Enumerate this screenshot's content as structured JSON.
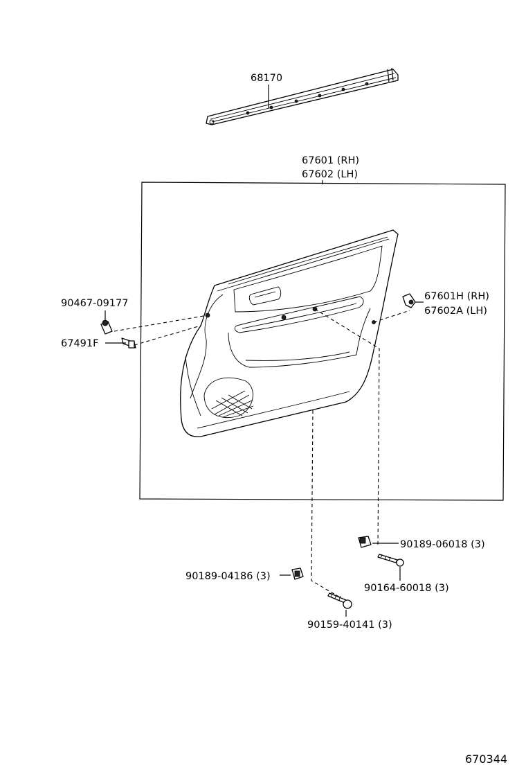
{
  "diagram_id": "670344",
  "parts": {
    "moulding": "68170",
    "board_rh": "67601 (RH)",
    "board_lh": "67602 (LH)",
    "screw_top_left": "90467-09177",
    "clip_left": "67491F",
    "clip_right_rh": "67601H (RH)",
    "clip_right_lh": "67602A (LH)",
    "clip_lower_right": "90189-06018 (3)",
    "screw_lower_right": "90164-60018 (3)",
    "clip_lower_left": "90189-04186 (3)",
    "screw_lower_center": "90159-40141 (3)"
  }
}
